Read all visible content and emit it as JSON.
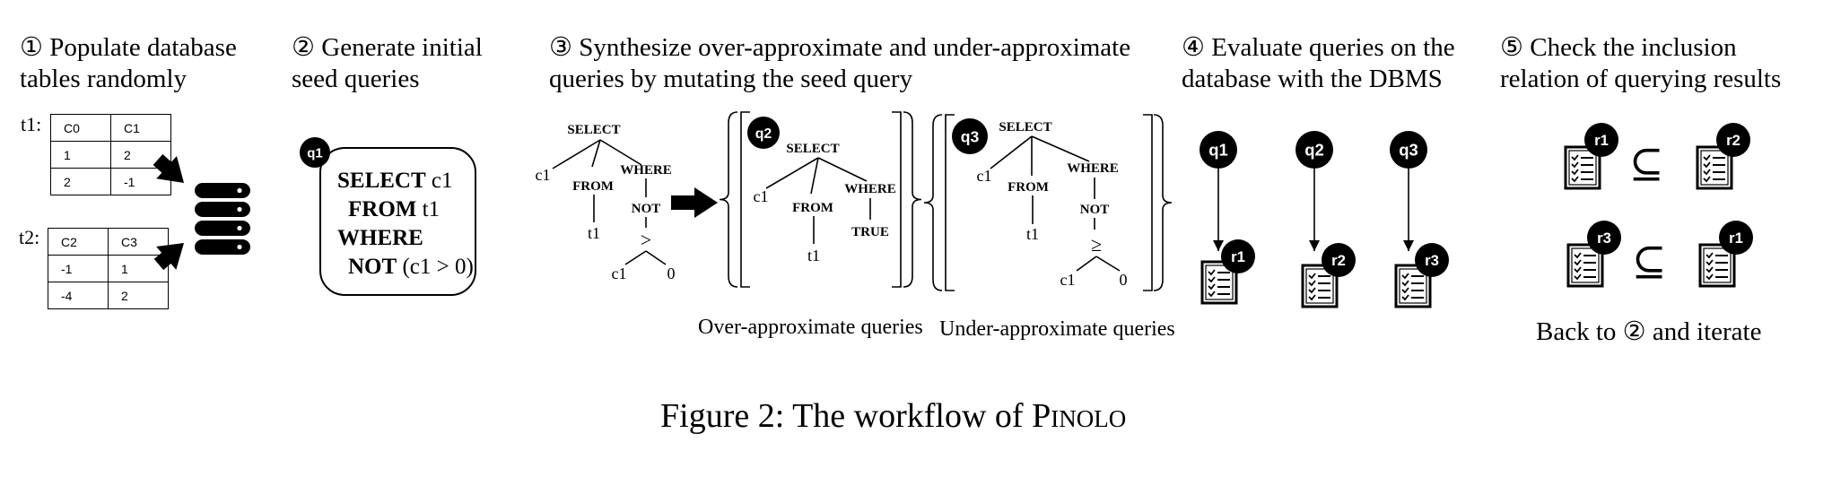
{
  "steps": {
    "s1": {
      "line1": "① Populate database",
      "line2": "tables randomly"
    },
    "s2": {
      "line1": "② Generate initial",
      "line2": "seed queries"
    },
    "s3": {
      "line1": "③ Synthesize over-approximate and under-approximate",
      "line2": "queries by mutating the seed query"
    },
    "s4": {
      "line1": "④ Evaluate queries on the",
      "line2": "database with the DBMS"
    },
    "s5": {
      "line1": "⑤ Check the inclusion",
      "line2": "relation of querying results"
    }
  },
  "tables": {
    "t1": {
      "label": "t1:",
      "rows": [
        [
          "C0",
          "C1"
        ],
        [
          "1",
          "2"
        ],
        [
          "2",
          "-1"
        ]
      ]
    },
    "t2": {
      "label": "t2:",
      "rows": [
        [
          "C2",
          "C3"
        ],
        [
          "-1",
          "1"
        ],
        [
          "-4",
          "2"
        ]
      ]
    }
  },
  "seed_query": {
    "badge": "q1",
    "lines": [
      {
        "kw": "SELECT",
        "rest": " c1"
      },
      {
        "kw": "FROM",
        "rest": " t1"
      },
      {
        "kw": "WHERE",
        "rest": ""
      },
      {
        "kw": "NOT",
        "rest": " (c1 > 0)"
      }
    ]
  },
  "trees": {
    "seed": {
      "select": "SELECT",
      "col": "c1",
      "from": "FROM",
      "table": "t1",
      "where": "WHERE",
      "not": "NOT",
      "op": ">",
      "left": "c1",
      "right": "0"
    },
    "over": {
      "badge": "q2",
      "select": "SELECT",
      "col": "c1",
      "from": "FROM",
      "table": "t1",
      "where": "WHERE",
      "cond": "TRUE",
      "caption": "Over-approximate queries"
    },
    "under": {
      "badge": "q3",
      "select": "SELECT",
      "col": "c1",
      "from": "FROM",
      "table": "t1",
      "where": "WHERE",
      "not": "NOT",
      "op": "≥",
      "left": "c1",
      "right": "0",
      "caption": "Under-approximate queries"
    }
  },
  "evaluation": {
    "queries": [
      "q1",
      "q2",
      "q3"
    ],
    "results": [
      "r1",
      "r2",
      "r3"
    ]
  },
  "inclusion": {
    "row1": {
      "left": "r1",
      "symbol": "⊆",
      "right": "r2"
    },
    "row2": {
      "left": "r3",
      "symbol": "⊆",
      "right": "r1"
    },
    "note": "Back to ② and iterate"
  },
  "caption": {
    "prefix": "Figure 2: The workflow of ",
    "name": "Pinolo"
  },
  "colors": {
    "ink": "#000000",
    "background": "#ffffff"
  }
}
